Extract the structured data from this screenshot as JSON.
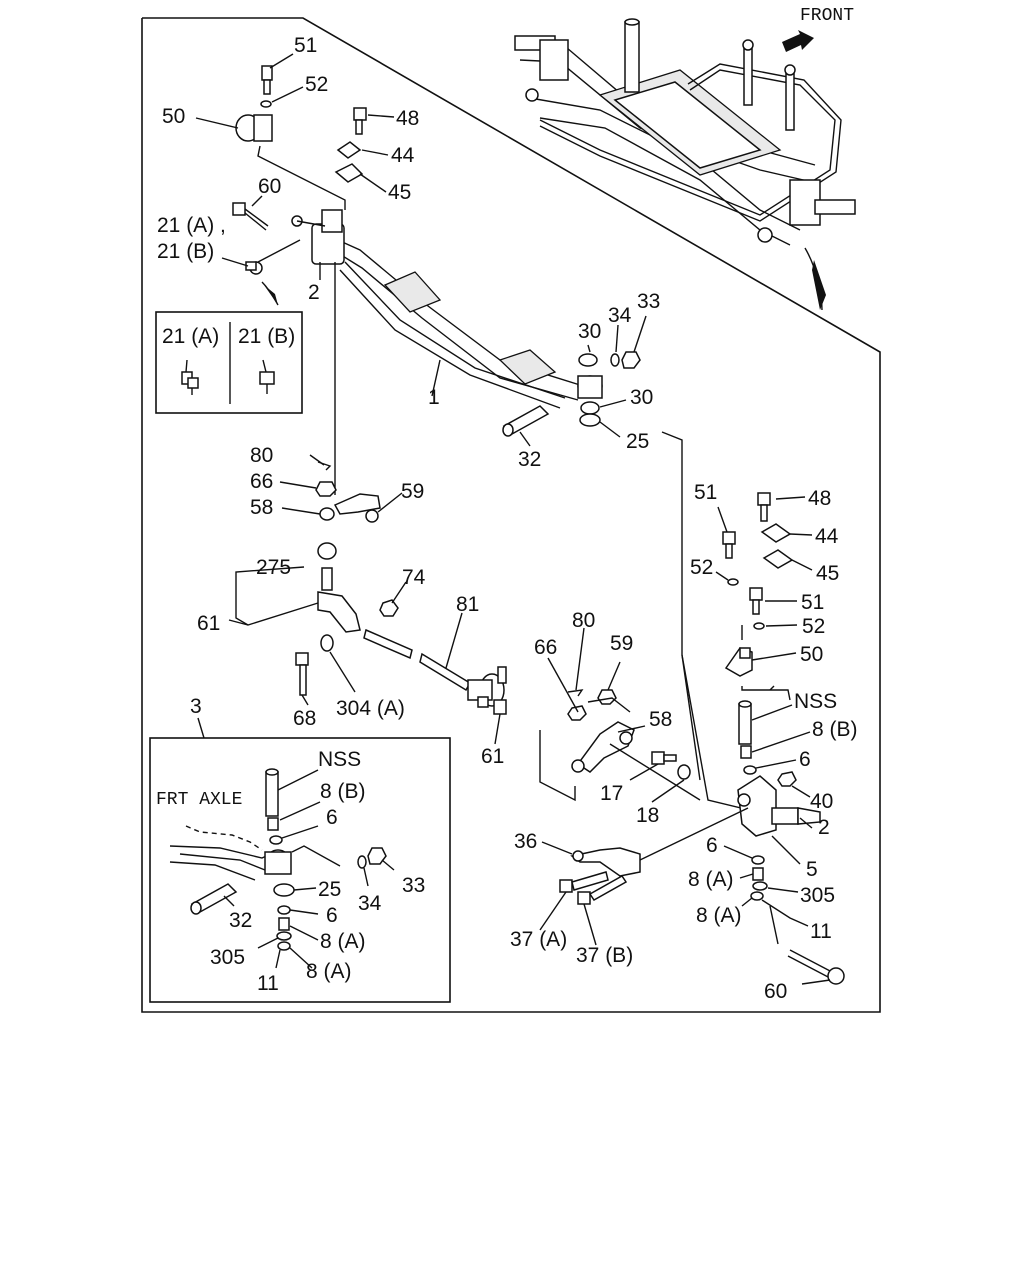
{
  "labels": {
    "front": "FRONT",
    "l51a": "51",
    "l52a": "52",
    "l50a": "50",
    "l48a": "48",
    "l44a": "44",
    "l45a": "45",
    "l60a": "60",
    "l21a": "21 (A) ,",
    "l21b": "21 (B)",
    "l2a": "2",
    "box21a": "21 (A)",
    "box21b": "21 (B)",
    "l1": "1",
    "l30a": "30",
    "l34a": "34",
    "l33a": "33",
    "l30b": "30",
    "l32a": "32",
    "l25a": "25",
    "l80a": "80",
    "l66a": "66",
    "l58a": "58",
    "l59a": "59",
    "l275": "275",
    "l74": "74",
    "l61a": "61",
    "l68": "68",
    "l304a": "304 (A)",
    "l81": "81",
    "l61b": "61",
    "l80b": "80",
    "l66b": "66",
    "l59b": "59",
    "l58b": "58",
    "l17": "17",
    "l18": "18",
    "l51b": "51",
    "l48b": "48",
    "l44b": "44",
    "l52b": "52",
    "l45b": "45",
    "l51c": "51",
    "l52c": "52",
    "l50b": "50",
    "lnss1": "NSS",
    "l8b1": "8 (B)",
    "l6a": "6",
    "l40": "40",
    "l2b": "2",
    "l5": "5",
    "l36": "36",
    "l6b": "6",
    "l8a1": "8 (A)",
    "l305a": "305",
    "l8a2": "8 (A)",
    "l11a": "11",
    "l37a": "37 (A)",
    "l37b": "37 (B)",
    "l60b": "60",
    "l3": "3",
    "frtaxle": "FRT  AXLE",
    "lnss2": "NSS",
    "l8b2": "8 (B)",
    "l6c": "6",
    "l33b": "33",
    "l34b": "34",
    "l25b": "25",
    "l32b": "32",
    "l6d": "6",
    "l8a3": "8 (A)",
    "l305b": "305",
    "l8a4": "8 (A)",
    "l11b": "11"
  },
  "icons": {
    "front_arrow": "arrow-icon"
  }
}
